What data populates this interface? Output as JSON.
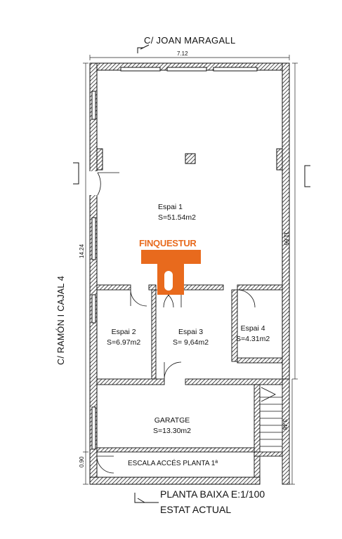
{
  "streets": {
    "top": "C/ JOAN MARAGALL",
    "left": "C/ RAMÓN I CAJAL   4"
  },
  "dimensions": {
    "width": "7.12",
    "length_left": "14.24",
    "length_right": "11.66",
    "garage_depth": "3.48",
    "stair_depth": "0.90"
  },
  "rooms": [
    {
      "name": "Espai 1",
      "area": "S=51.54m2"
    },
    {
      "name": "Espai 2",
      "area": "S=6.97m2"
    },
    {
      "name": "Espai 3",
      "area": "S= 9,64m2"
    },
    {
      "name": "Espai 4",
      "area": "S=4.31m2"
    },
    {
      "name": "GARATGE",
      "area": "S=13.30m2"
    }
  ],
  "stair_label": "ESCALA ACCÉS PLANTA 1ª",
  "plan_title": "PLANTA BAIXA E:1/100",
  "plan_subtitle": "ESTAT ACTUAL",
  "watermark": {
    "text_a": "FINQUES",
    "text_b": "TUR",
    "color": "#e86a1d"
  }
}
